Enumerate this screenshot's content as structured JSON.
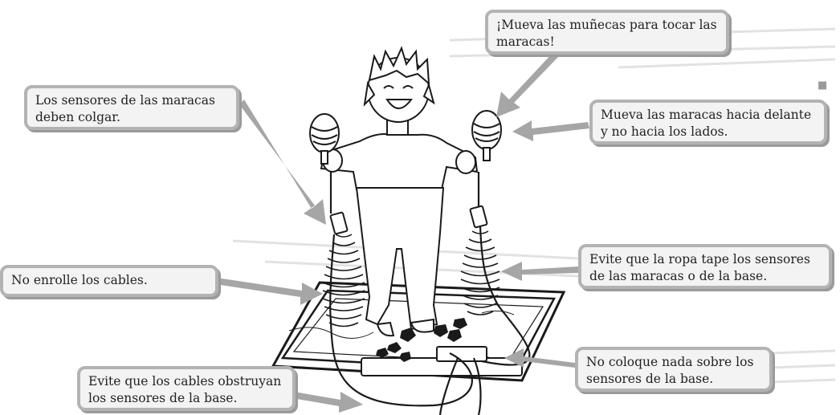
{
  "callouts": {
    "move_wrists": "¡Mueva las muñecas para tocar las\nmaracas!",
    "sensors_hang": "Los sensores de las maracas\ndeben colgar.",
    "move_forward": "Mueva las maracas hacia delante\ny no hacia los lados.",
    "no_coil": "No enrolle los cables.",
    "clothing": "Evite que la ropa tape los sensores\nde las maracas o de la base.",
    "nothing_on_base": "No coloque nada sobre los\nsensores de la base.",
    "cables_block": "Evite que los cables obstruyan\nlos sensores de la base."
  },
  "colors": {
    "bubble_fill": "#f3f3f3",
    "bubble_border": "#b3b3b3",
    "arrow": "#a6a6a6",
    "line_art": "#1a1a1a"
  }
}
